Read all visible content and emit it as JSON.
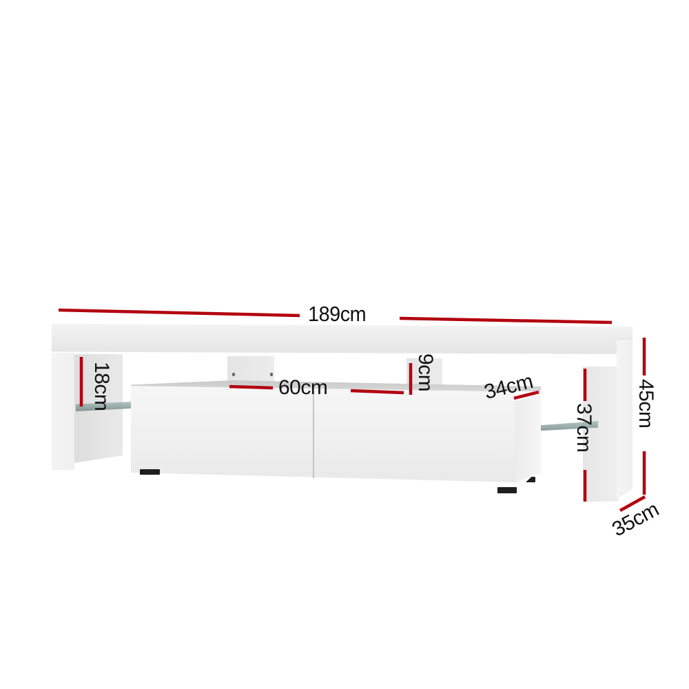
{
  "product": {
    "type": "TV entertainment unit (high-gloss white) with glass shelves and two drop-down doors",
    "colors": {
      "body": "#f0f0f0",
      "shadow": "#dcdcdc",
      "glass": "#9fb3ad",
      "feet": "#1e1e1e",
      "dimension_line": "#b3000f",
      "label_text": "#111111"
    }
  },
  "dimensions": {
    "overall_width": "189cm",
    "overall_height": "45cm",
    "overall_depth": "35cm",
    "side_shelf_clearance": "18cm",
    "cubby_width": "60cm",
    "cubby_height": "9cm",
    "cabinet_depth": "34cm",
    "cabinet_height": "37cm"
  }
}
